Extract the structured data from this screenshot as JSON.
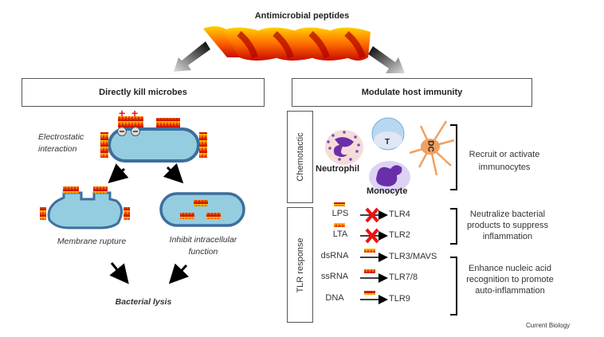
{
  "title": "Antimicrobial peptides",
  "left_panel": {
    "header": "Directly kill microbes",
    "electrostatic_label": "Electrostatic interaction",
    "charges": {
      "positive": "+",
      "negative": "−"
    },
    "outcomes": [
      {
        "label": "Membrane rupture"
      },
      {
        "label": "Inhibit intracellular function"
      }
    ],
    "result": "Bacterial lysis"
  },
  "right_panel": {
    "header": "Modulate host immunity",
    "chemotactic": {
      "side_label": "Chemotactic",
      "cells": [
        {
          "name": "Neutrophil",
          "color": "#6a2fa8"
        },
        {
          "name": "T",
          "color": "#b8d8f0"
        },
        {
          "name": "DC",
          "color": "#f0a060"
        },
        {
          "name": "Monocyte",
          "color": "#6a2fa8"
        }
      ],
      "effect": "Recruit or activate immunocytes"
    },
    "tlr": {
      "side_label": "TLR response",
      "rows": [
        {
          "ligand": "LPS",
          "receptor": "TLR4",
          "blocked": true
        },
        {
          "ligand": "LTA",
          "receptor": "TLR2",
          "blocked": true
        },
        {
          "ligand": "dsRNA",
          "receptor": "TLR3/MAVS",
          "blocked": false
        },
        {
          "ligand": "ssRNA",
          "receptor": "TLR7/8",
          "blocked": false
        },
        {
          "ligand": "DNA",
          "receptor": "TLR9",
          "blocked": false
        }
      ],
      "effects": [
        "Neutralize bacterial products to suppress inflammation",
        "Enhance nucleic acid recognition to promote auto-inflammation"
      ]
    }
  },
  "footer": "Current Biology",
  "colors": {
    "bacteria_fill": "#94cde0",
    "bacteria_border": "#3d6e9e",
    "peptide_top": "#ffd000",
    "peptide_bottom": "#d01000",
    "block_x": "#ee1111"
  }
}
